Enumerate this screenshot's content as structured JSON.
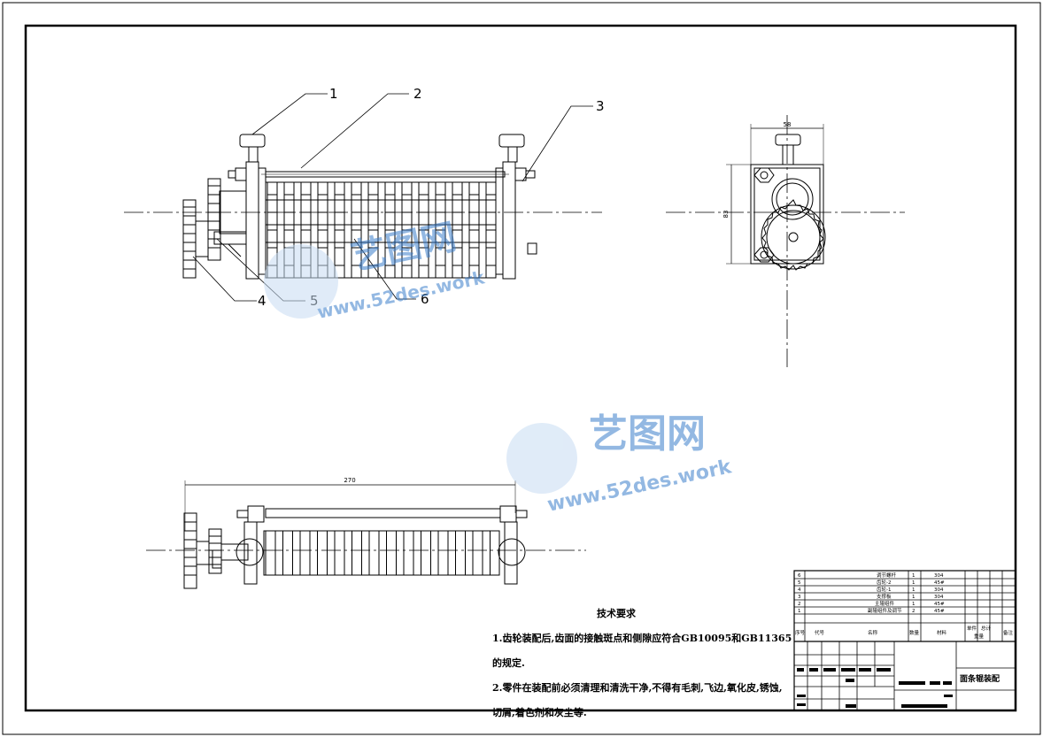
{
  "drawing": {
    "title": "面条辊装配",
    "dimensions": {
      "length": "270",
      "width": "58",
      "height": "83"
    },
    "balloons": [
      "1",
      "2",
      "3",
      "4",
      "5",
      "6"
    ]
  },
  "watermark": {
    "brand": "艺图网",
    "url": "www.52des.work"
  },
  "tech_requirements": {
    "heading": "技术要求",
    "items": [
      "1.齿轮装配后,齿面的接触斑点和侧隙应符合GB10095和GB11365的规定.",
      "2.零件在装配前必须清理和清洗干净,不得有毛刺,飞边,氧化皮,锈蚀,",
      "切屑,着色剂和灰尘等."
    ]
  },
  "bom": {
    "headers": [
      "序号",
      "代号",
      "名称",
      "数量",
      "材料",
      "单件",
      "总计",
      "重量",
      "备注"
    ],
    "rows": [
      {
        "no": "6",
        "name": "调节螺杆",
        "qty": "1",
        "material": "304"
      },
      {
        "no": "5",
        "name": "齿轮-2",
        "qty": "1",
        "material": "45#"
      },
      {
        "no": "4",
        "name": "齿轮-1",
        "qty": "1",
        "material": "304"
      },
      {
        "no": "3",
        "name": "支撑板",
        "qty": "1",
        "material": "304"
      },
      {
        "no": "2",
        "name": "主辊组件",
        "qty": "1",
        "material": "45#"
      },
      {
        "no": "1",
        "name": "副辊组件及调节",
        "qty": "2",
        "material": "45#"
      }
    ]
  }
}
